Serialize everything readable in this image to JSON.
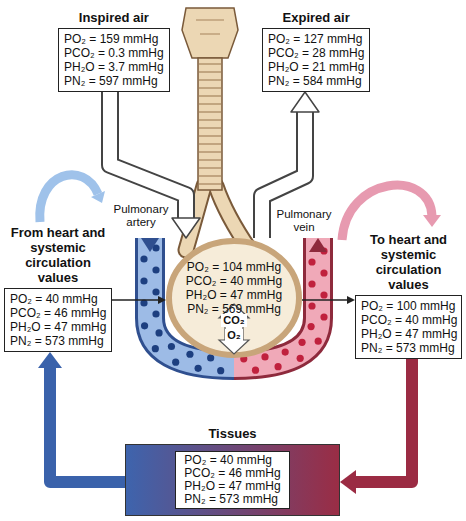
{
  "diagram": {
    "nodes": [
      {
        "text": [
          "Inspired air",
          "PO₂ = 159 mmHg",
          "PCO₂ = 0.3 mmHg",
          "PH₂O = 3.7 mmHg",
          "PN₂ = 597 mmHg"
        ]
      },
      {
        "text": [
          "Expired air",
          "PO₂ = 127 mmHg",
          "PCO₂ = 28 mmHg",
          "PH₂O = 21 mmHg",
          "PN₂ = 584 mmHg"
        ]
      },
      {
        "text": [
          "PO₂ = 104 mmHg",
          "PCO₂ = 40 mmHg",
          "PH₂O = 47 mmHg",
          "PN₂ = 569 mmHg"
        ]
      },
      {
        "text": [
          "From heart and systemic circulation values",
          "PO₂ = 40 mmHg",
          "PCO₂ = 46 mmHg",
          "PH₂O = 47 mmHg",
          "PN₂ = 573 mmHg"
        ]
      },
      {
        "text": [
          "To heart and systemic circulation values",
          "PO₂ = 100 mmHg",
          "PCO₂ = 40 mmHg",
          "PH₂O = 47 mmHg",
          "PN₂ = 573 mmHg"
        ]
      },
      {
        "text": [
          "Tissues",
          "PO₂ = 40 mmHg",
          "PCO₂ = 46 mmHg",
          "PH₂O = 47 mmHg",
          "PN₂ = 573 mmHg"
        ]
      }
    ],
    "edges": [
      {
        "from": 0,
        "to": 2,
        "arrow": "to"
      },
      {
        "from": 2,
        "to": 1,
        "arrow": "to"
      },
      {
        "from": 5,
        "to": 3,
        "arrow": "to"
      },
      {
        "from": 3,
        "to": 2,
        "arrow": "to"
      },
      {
        "from": 2,
        "to": 4,
        "arrow": "to"
      },
      {
        "from": 4,
        "to": 5,
        "arrow": "to"
      }
    ],
    "labels": [
      "Pulmonary artery",
      "Pulmonary vein",
      "CO₂",
      "O₂"
    ]
  }
}
